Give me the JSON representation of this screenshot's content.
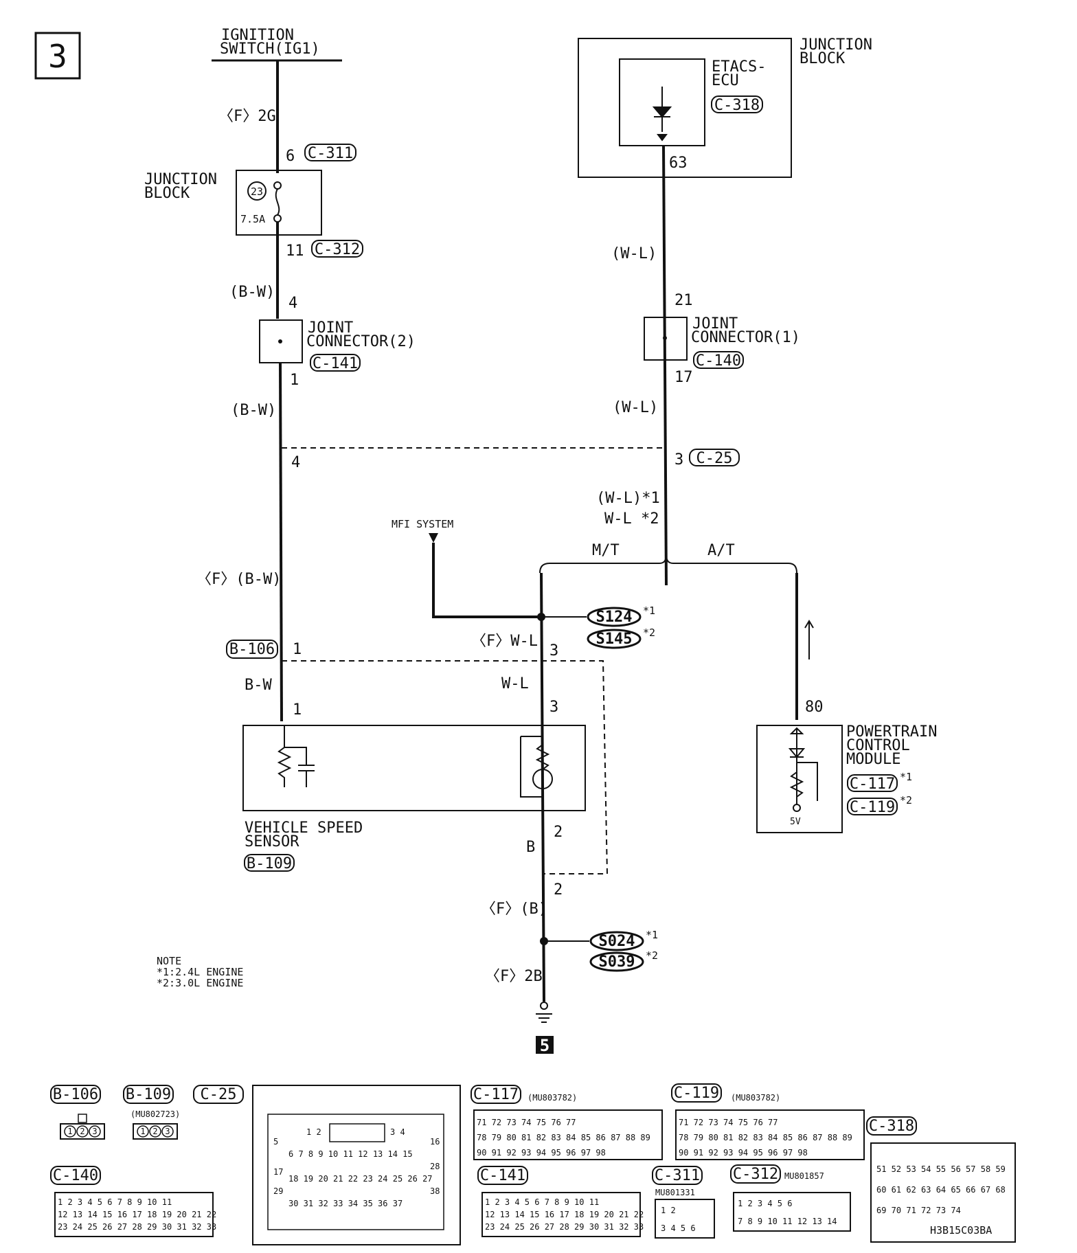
{
  "page_number": "3",
  "ignition": {
    "line1": "IGNITION",
    "line2": "SWITCH(IG1)"
  },
  "left": {
    "wire_f2g": "〈F〉2G",
    "pin6": "6",
    "c311": "C-311",
    "jb_line1": "JUNCTION",
    "jb_line2": "BLOCK",
    "fuse_no": "23",
    "fuse_amp": "7.5A",
    "pin11": "11",
    "c312": "C-312",
    "bw1": "(B-W)",
    "pin4a": "4",
    "jc2_line1": "JOINT",
    "jc2_line2": "CONNECTOR(2)",
    "c141": "C-141",
    "pin1a": "1",
    "bw2": "(B-W)",
    "pin4b": "4",
    "fbw": "〈F〉(B-W)",
    "b106": "B-106",
    "pin1b": "1",
    "bw3": "B-W",
    "pin1c": "1",
    "vss_line1": "VEHICLE SPEED",
    "vss_line2": "SENSOR",
    "b109": "B-109"
  },
  "right": {
    "jb_line1": "JUNCTION",
    "jb_line2": "BLOCK",
    "etacs_line1": "ETACS-",
    "etacs_line2": "ECU",
    "c318": "C-318",
    "pin63": "63",
    "wl1": "(W-L)",
    "pin21": "21",
    "jc1_line1": "JOINT",
    "jc1_line2": "CONNECTOR(1)",
    "c140": "C-140",
    "pin17": "17",
    "wl2": "(W-L)",
    "pin3": "3",
    "c25": "C-25",
    "wl_star1": "(W-L)*1",
    "wl_star2": "W-L *2",
    "mt": "M/T",
    "at": "A/T",
    "mfi": "MFI SYSTEM",
    "s124": "S124",
    "s145": "S145",
    "star1": "*1",
    "star2": "*2",
    "fwl": "〈F〉W-L",
    "pin3b": "3",
    "wl3": "W-L",
    "pin3c": "3",
    "pin2a": "2",
    "b": "B",
    "pin2b": "2",
    "fb": "〈F〉(B)",
    "s024": "S024",
    "s039": "S039",
    "f2b": "〈F〉2B",
    "gnd_ref": "5",
    "pin80": "80",
    "pcm_line1": "POWERTRAIN",
    "pcm_line2": "CONTROL",
    "pcm_line3": "MODULE",
    "c117": "C-117",
    "c119": "C-119",
    "five_v": "5V"
  },
  "note": {
    "line1": "NOTE",
    "line2": "*1:2.4L ENGINE",
    "line3": "*2:3.0L ENGINE"
  },
  "connectors": {
    "b106": "B-106",
    "b109": "B-109",
    "b109_part": "(MU802723)",
    "c25": "C-25",
    "c117": "C-117",
    "c117_part": "(MU803782)",
    "c119": "C-119",
    "c119_part": "(MU803782)",
    "c318": "C-318",
    "c140": "C-140",
    "c141": "C-141",
    "c311": "C-311",
    "c311_part": "MU801331",
    "c312": "C-312",
    "c312_part": "MU801857",
    "code": "H3B15C03BA"
  }
}
